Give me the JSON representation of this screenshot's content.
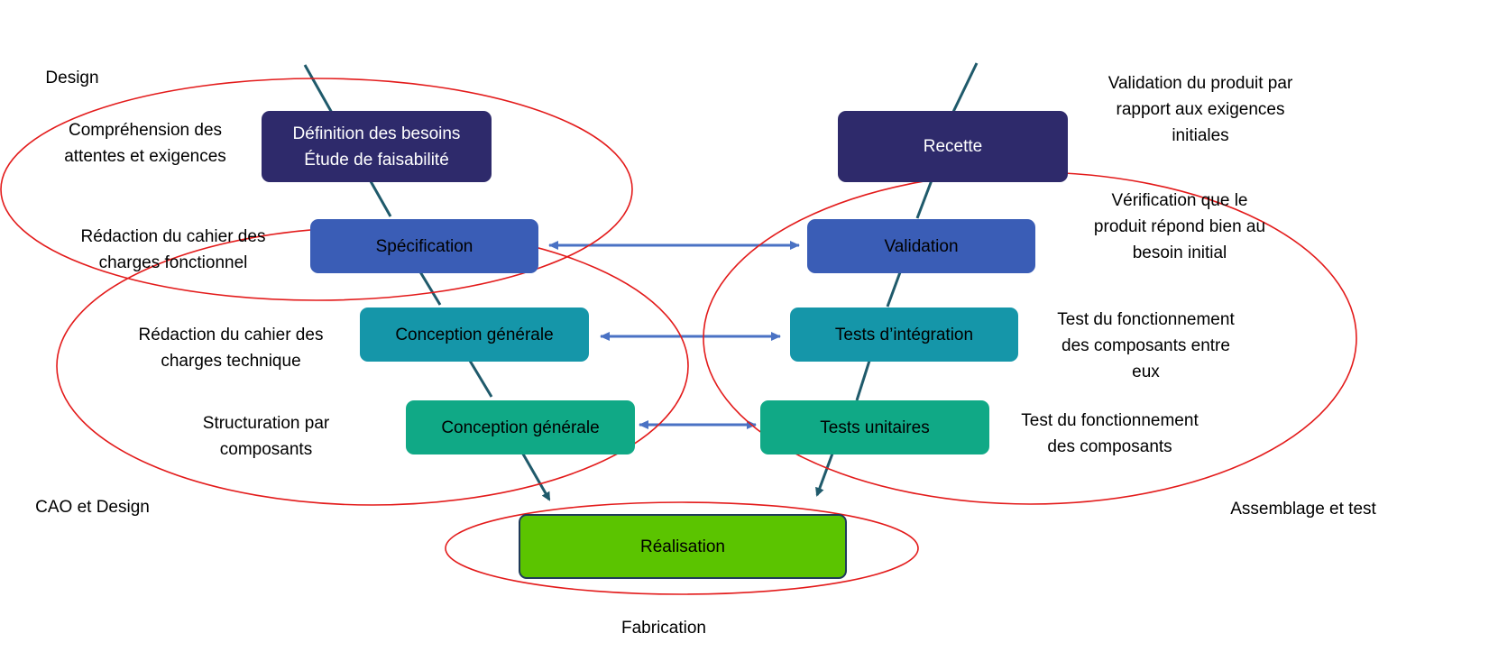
{
  "colors": {
    "navy": "#2e2a6b",
    "blue": "#3a5db6",
    "teal": "#1596a9",
    "green_teal": "#10a986",
    "lime": "#5bc400",
    "connector": "#1f5a6b",
    "arrow": "#4a72c4",
    "ellipse": "#e31b1b"
  },
  "boxes": {
    "definition": {
      "line1": "Définition des besoins",
      "line2": "Étude de faisabilité"
    },
    "recette": "Recette",
    "specification": "Spécification",
    "validation": "Validation",
    "conception_generale_1": "Conception générale",
    "tests_integration": "Tests d’intégration",
    "conception_generale_2": "Conception générale",
    "tests_unitaires": "Tests unitaires",
    "realisation": "Réalisation"
  },
  "labels": {
    "design": "Design",
    "comprehension": {
      "line1": "Compréhension des",
      "line2": "attentes et exigences"
    },
    "redaction_fonctionnel": {
      "line1": "Rédaction du cahier des",
      "line2": "charges fonctionnel"
    },
    "redaction_technique": {
      "line1": "Rédaction du cahier des",
      "line2": "charges technique"
    },
    "structuration": {
      "line1": "Structuration par",
      "line2": "composants"
    },
    "cao_design": "CAO et Design",
    "validation_produit": {
      "line1": "Validation du produit par",
      "line2": "rapport aux exigences",
      "line3": "initiales"
    },
    "verification": {
      "line1": "Vérification que le",
      "line2": "produit répond bien au",
      "line3": "besoin initial"
    },
    "test_fonctionnement_entre": {
      "line1": "Test du fonctionnement",
      "line2": "des composants entre",
      "line3": "eux"
    },
    "test_fonctionnement_composants": {
      "line1": "Test du fonctionnement",
      "line2": "des composants"
    },
    "assemblage_test": "Assemblage et test",
    "fabrication": "Fabrication"
  }
}
